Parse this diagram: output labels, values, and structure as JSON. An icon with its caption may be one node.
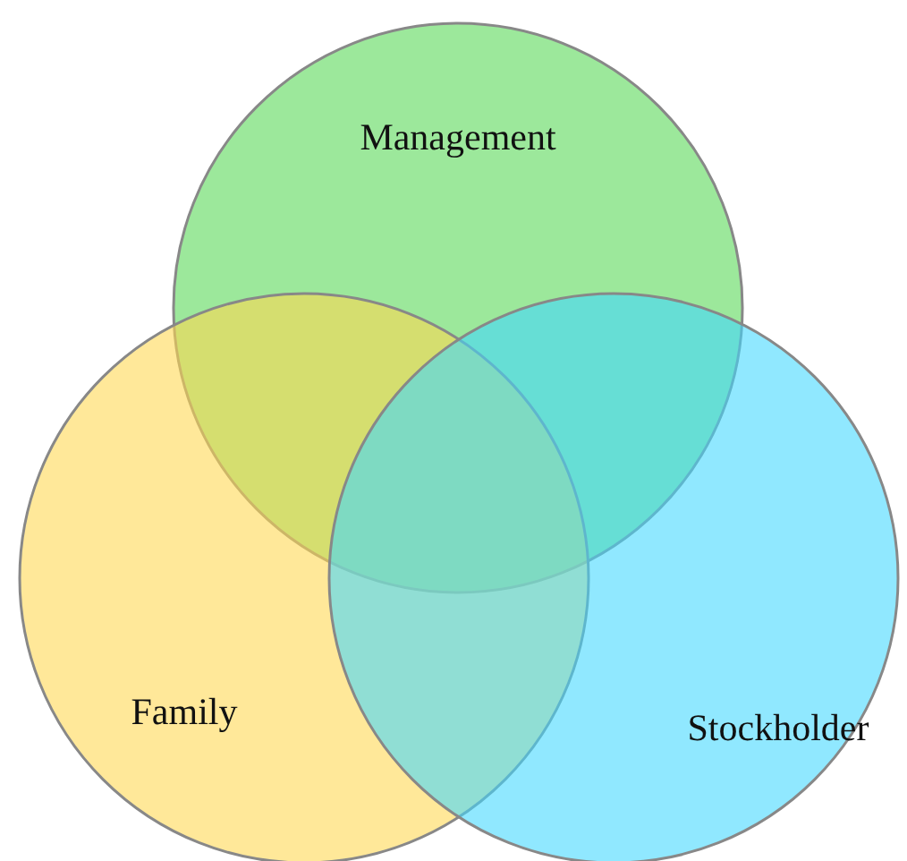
{
  "diagram": {
    "nodes": [
      {
        "text": [
          "Management"
        ]
      },
      {
        "text": [
          "Family"
        ]
      },
      {
        "text": [
          "Stockholder"
        ]
      }
    ]
  }
}
